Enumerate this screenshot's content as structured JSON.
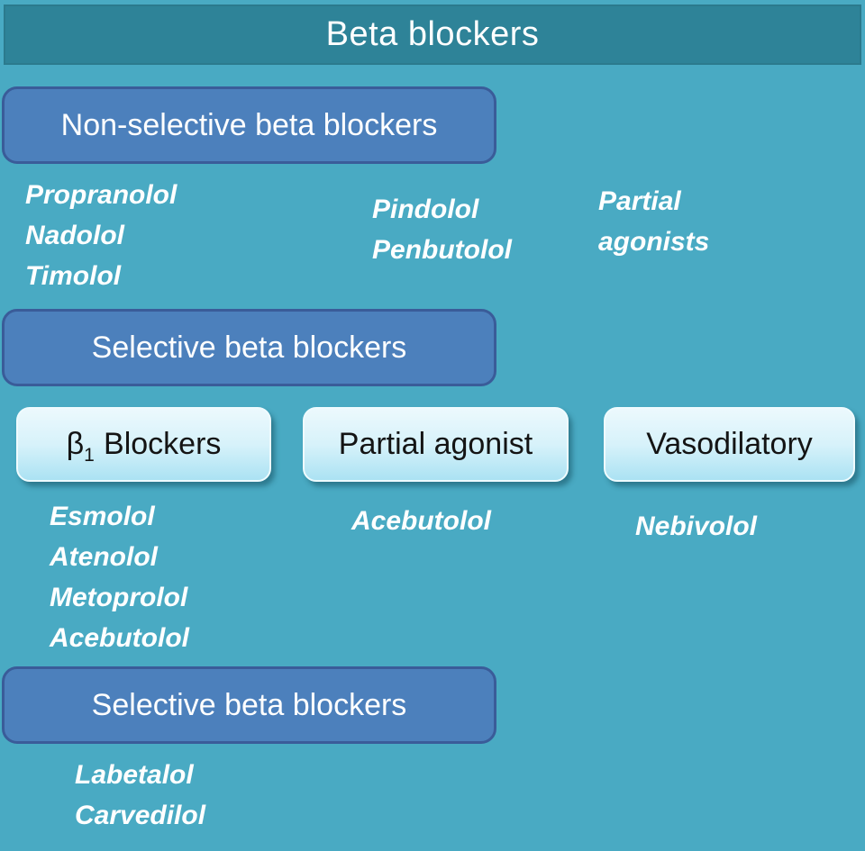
{
  "header": {
    "title": "Beta blockers"
  },
  "palette": {
    "background": "#49AAC3",
    "header_fill": "#2E8398",
    "category_fill": "#4C80BC",
    "category_border": "#3A5C99",
    "subbox_gradient_top": "#ECF9FD",
    "subbox_gradient_bottom": "#ABE2F3",
    "drug_text": "#FFFFFF",
    "subbox_text": "#141414"
  },
  "sections": {
    "non_selective": {
      "label": "Non-selective beta blockers",
      "plain_drugs": [
        "Propranolol",
        "Nadolol",
        "Timolol"
      ],
      "partial_agonist_drugs": [
        "Pindolol",
        "Penbutolol"
      ],
      "note_lines": [
        "Partial",
        "agonists"
      ]
    },
    "selective": {
      "label": "Selective beta blockers",
      "subcategories": [
        {
          "label_symbol": "β",
          "label_subscript": "1",
          "label_rest": "Blockers",
          "drugs": [
            "Esmolol",
            "Atenolol",
            "Metoprolol",
            "Acebutolol"
          ]
        },
        {
          "label": "Partial agonist",
          "drugs": [
            "Acebutolol"
          ]
        },
        {
          "label": "Vasodilatory",
          "drugs": [
            "Nebivolol"
          ]
        }
      ]
    },
    "mixed": {
      "label": "Selective beta blockers",
      "drugs": [
        "Labetalol",
        "Carvedilol"
      ]
    }
  }
}
